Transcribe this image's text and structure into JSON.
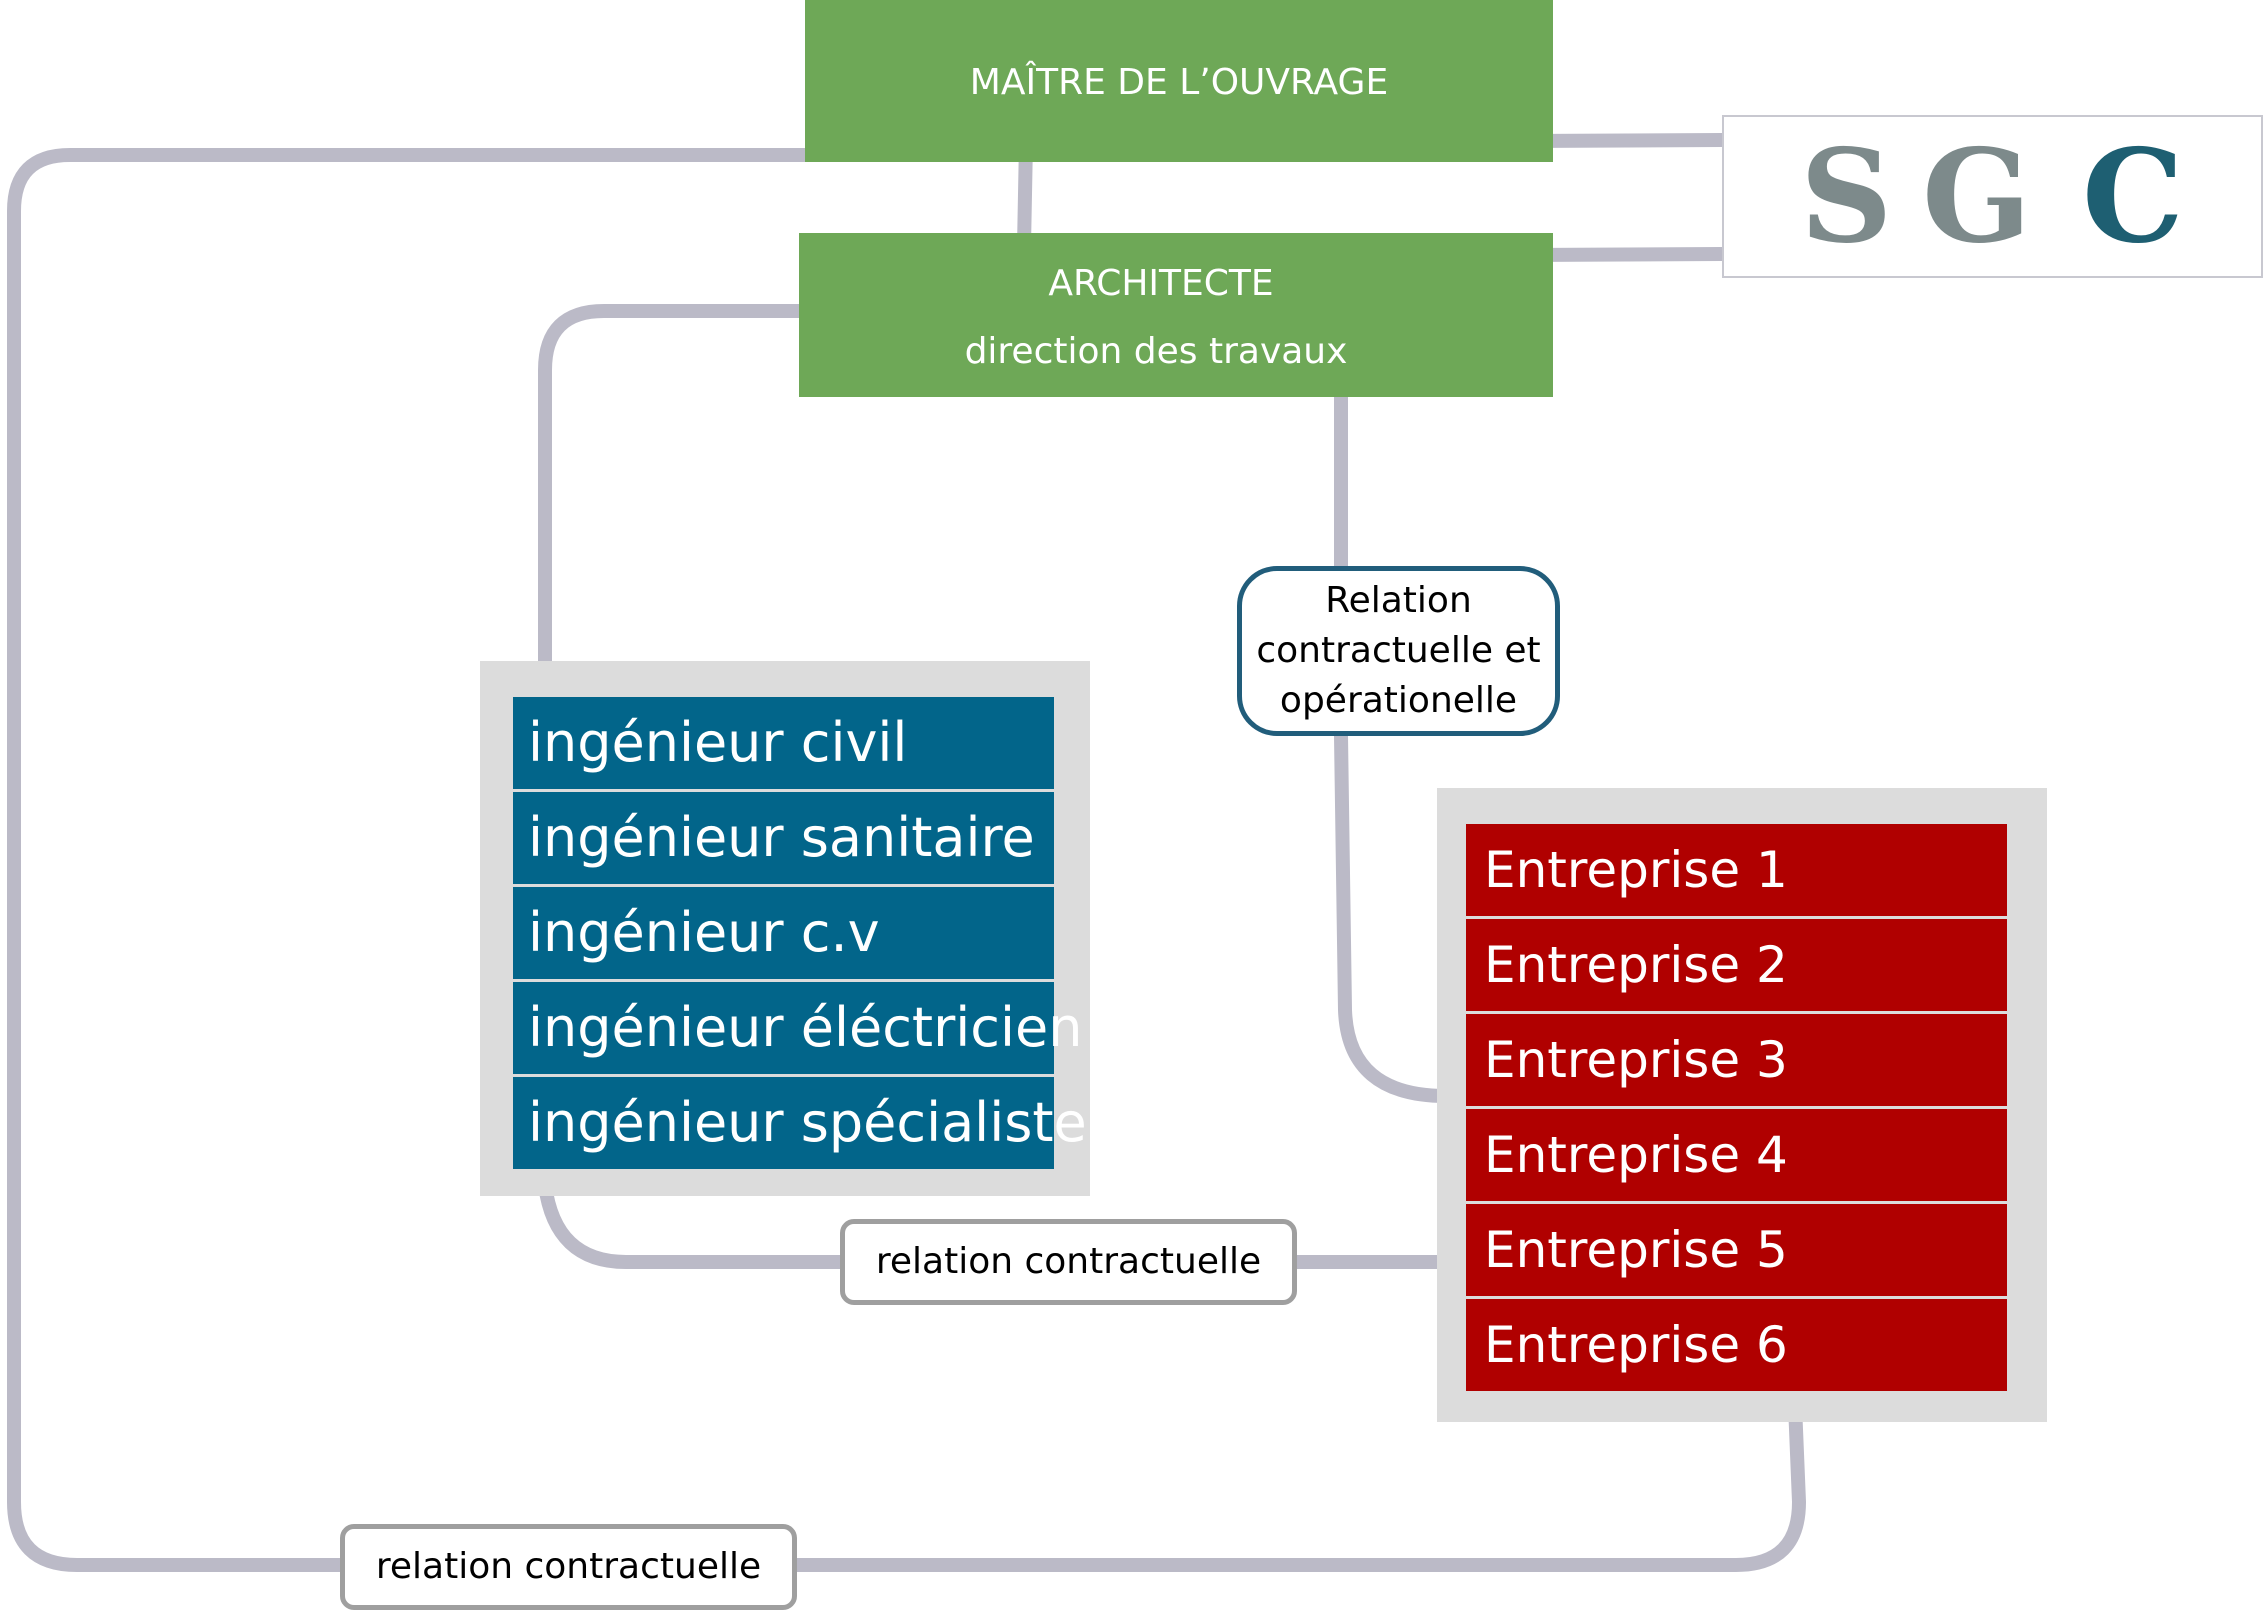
{
  "maitre_ouvrage": {
    "label": "MAÎTRE DE L’OUVRAGE",
    "color": "#6ea857"
  },
  "architecte": {
    "label": "ARCHITECTE",
    "sublabel": "direction des travaux",
    "color": "#6ea857"
  },
  "logo": {
    "letters": [
      "S",
      "G",
      "C"
    ],
    "colors": [
      "#7d8a8b",
      "#7d8a8b",
      "#1e5f72"
    ]
  },
  "engineers": {
    "color": "#02658a",
    "items": [
      "ingénieur civil",
      "ingénieur sanitaire",
      "ingénieur c.v",
      "ingénieur éléctricien",
      "ingénieur spécialiste"
    ]
  },
  "entreprises": {
    "color": "#b00000",
    "items": [
      "Entreprise 1",
      "Entreprise 2",
      "Entreprise 3",
      "Entreprise 4",
      "Entreprise 5",
      "Entreprise 6"
    ]
  },
  "relation_operationnelle": {
    "lines": [
      "Relation",
      "contractuelle et",
      "opérationelle"
    ],
    "border_color": "#215d7b"
  },
  "relation_engineers_entreprises": {
    "label": "relation contractuelle"
  },
  "relation_maitre_entreprises": {
    "label": "relation contractuelle"
  },
  "connector_color": "#bbbac7"
}
